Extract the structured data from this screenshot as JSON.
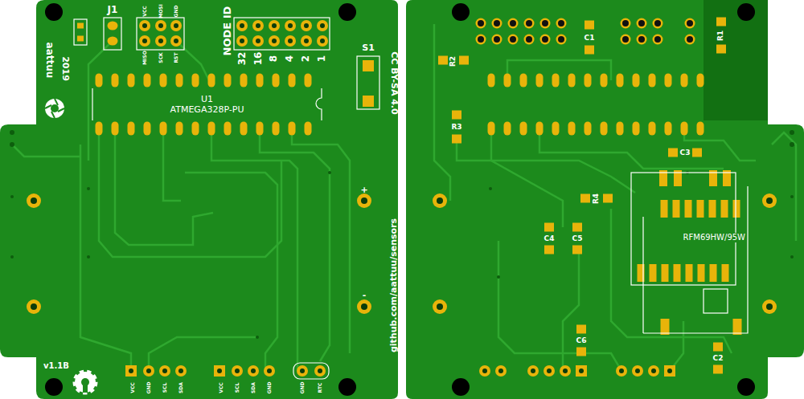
{
  "diagram": {
    "nodes": [
      {
        "text": [
          "U1",
          "ATMEGA328P-PU"
        ]
      },
      {
        "text": [
          "RFM69HW/95W"
        ]
      }
    ],
    "labels": [
      "J1",
      "VCC",
      "MOSI",
      "GND",
      "MISO",
      "SCK",
      "RST",
      "NODE ID",
      "32",
      "16",
      "8",
      "4",
      "2",
      "1",
      "S1",
      "aattuu",
      "2019",
      "CC BY-SA 4.0",
      "+",
      "-",
      "github.com/aattuu/sensors",
      "v1.1B",
      "VCC",
      "GND",
      "SCL",
      "SDA",
      "VCC",
      "SCL",
      "SDA",
      "GND",
      "GND",
      "RTC",
      "C1",
      "R1",
      "R2",
      "R3",
      "C3",
      "R4",
      "C4",
      "C5",
      "C6",
      "C2"
    ]
  }
}
